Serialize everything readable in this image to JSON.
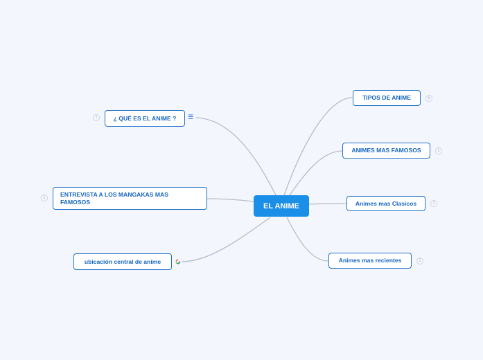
{
  "central": {
    "label": "EL ANIME"
  },
  "topics": [
    {
      "id": "que-es",
      "label": "¿ QUÉ ES EL ANIME ?",
      "side": "left",
      "icon": "notes-icon",
      "collapse_count": "1"
    },
    {
      "id": "entrevista",
      "label": "ENTREVISTA A LOS MANGAKAS MAS FAMOSOS",
      "side": "left",
      "collapse_count": "1"
    },
    {
      "id": "ubicacion",
      "label": "ubicación central de anime",
      "side": "left",
      "icon": "google-icon"
    },
    {
      "id": "tipos",
      "label": "TIPOS DE ANIME",
      "side": "right",
      "collapse_count": "6"
    },
    {
      "id": "famosos",
      "label": "ANIMES MAS FAMOSOS",
      "side": "right",
      "collapse_count": "1"
    },
    {
      "id": "clasicos",
      "label": "Animes mas Clasicos",
      "side": "right",
      "collapse_count": "1"
    },
    {
      "id": "recientes",
      "label": "Animes mas recientes",
      "side": "right",
      "collapse_count": "1"
    }
  ],
  "colors": {
    "background": "#f3f6fd",
    "central_fill": "#1b8fe8",
    "node_border": "#1d6fc9",
    "node_text": "#1565c0",
    "connector": "#b5bcc9"
  }
}
